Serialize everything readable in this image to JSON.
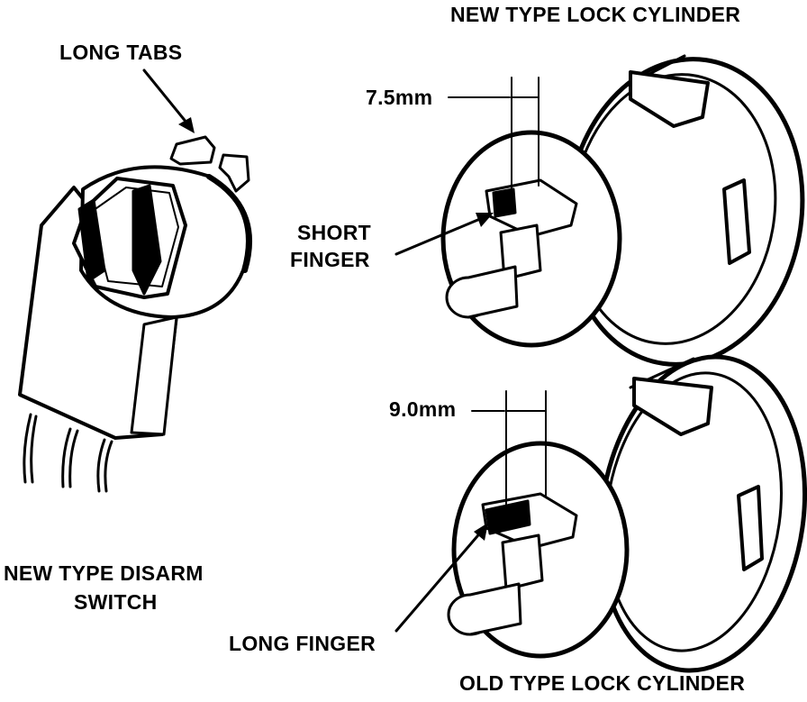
{
  "labels": {
    "new_cylinder_title": "NEW TYPE LOCK CYLINDER",
    "old_cylinder_title": "OLD TYPE LOCK CYLINDER",
    "long_tabs": "LONG TABS",
    "dim_new": "7.5mm",
    "dim_old": "9.0mm",
    "short_finger_line1": "SHORT",
    "short_finger_line2": "FINGER",
    "long_finger": "LONG FINGER",
    "switch_line1": "NEW TYPE DISARM",
    "switch_line2": "SWITCH"
  },
  "colors": {
    "ink": "#000000",
    "paper": "#ffffff"
  }
}
